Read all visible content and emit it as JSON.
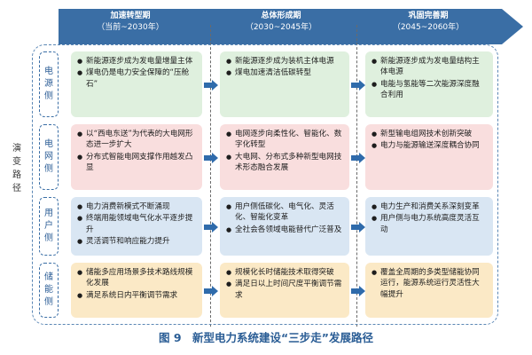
{
  "colors": {
    "timeline_fill": "#3a6ea5",
    "green": "#dff0de",
    "pink": "#f9dede",
    "blue": "#d9e6f3",
    "yellow": "#fbe9c6",
    "arrow": "#2f6bab",
    "caption": "#2a5d95"
  },
  "timeline": {
    "stages": [
      {
        "name": "加速转型期",
        "years": "（当前~2030年）"
      },
      {
        "name": "总体形成期",
        "years": "（2030~2045年）"
      },
      {
        "name": "巩固完善期",
        "years": "（2045~2060年）"
      }
    ]
  },
  "side_label": "演变路径",
  "rows": [
    {
      "category": "电源侧",
      "cells": [
        [
          "新能源逐步成为发电量增量主体",
          "煤电仍是电力安全保障的“压舱石”"
        ],
        [
          "新能源逐步成为装机主体电源",
          "煤电加速清洁低碳转型"
        ],
        [
          "新能源逐步成为发电量结构主体电源",
          "电能与氢能等二次能源深度融合利用"
        ]
      ]
    },
    {
      "category": "电网侧",
      "cells": [
        [
          "以“西电东送”为代表的大电网形态进一步扩大",
          "分布式智能电网支撑作用越发凸显"
        ],
        [
          "电网逐步向柔性化、智能化、数字化转型",
          "大电网、分布式多种新型电网技术形态融合发展"
        ],
        [
          "新型输电组网技术创新突破",
          "电力与能源输送深度耦合协同"
        ]
      ]
    },
    {
      "category": "用户侧",
      "cells": [
        [
          "电力消费新模式不断涌现",
          "终端用能领域电气化水平逐步提升",
          "灵活调节和响应能力提升"
        ],
        [
          "用户侧低碳化、电气化、灵活化、智能化变革",
          "全社会各领域电能替代广泛普及"
        ],
        [
          "电力生产和消费关系深刻变革",
          "用户侧与电力系统高度灵活互动"
        ]
      ]
    },
    {
      "category": "储能侧",
      "cells": [
        [
          "储能多应用场景多技术路线规模化发展",
          "满足系统日内平衡调节需求"
        ],
        [
          "规模化长时储能技术取得突破",
          "满足日以上时间尺度平衡调节需求"
        ],
        [
          "覆盖全周期的多类型储能协同运行，能源系统运行灵活性大幅提升"
        ]
      ]
    }
  ],
  "caption": "图 9　新型电力系统建设“三步走”发展路径"
}
